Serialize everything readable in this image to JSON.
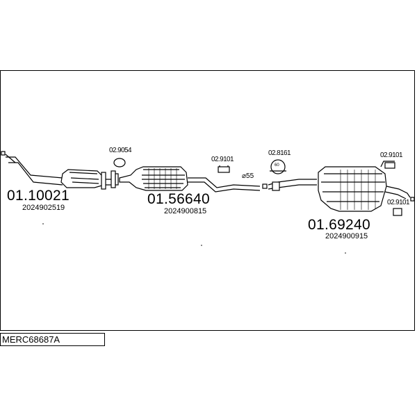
{
  "diagram": {
    "model_code": "MERC68687A",
    "parts": [
      {
        "number": "01.10021",
        "oe": "2024902519"
      },
      {
        "number": "01.56640",
        "oe": "2024900815"
      },
      {
        "number": "01.69240",
        "oe": "2024900915"
      }
    ],
    "fittings": {
      "clamp": "02.9054",
      "hanger_1": "02.9101",
      "ring": "02.8161",
      "ring_size": "60",
      "hanger_2": "02.9101",
      "hanger_3": "02.9101"
    },
    "diameter_label": "⌀55"
  }
}
